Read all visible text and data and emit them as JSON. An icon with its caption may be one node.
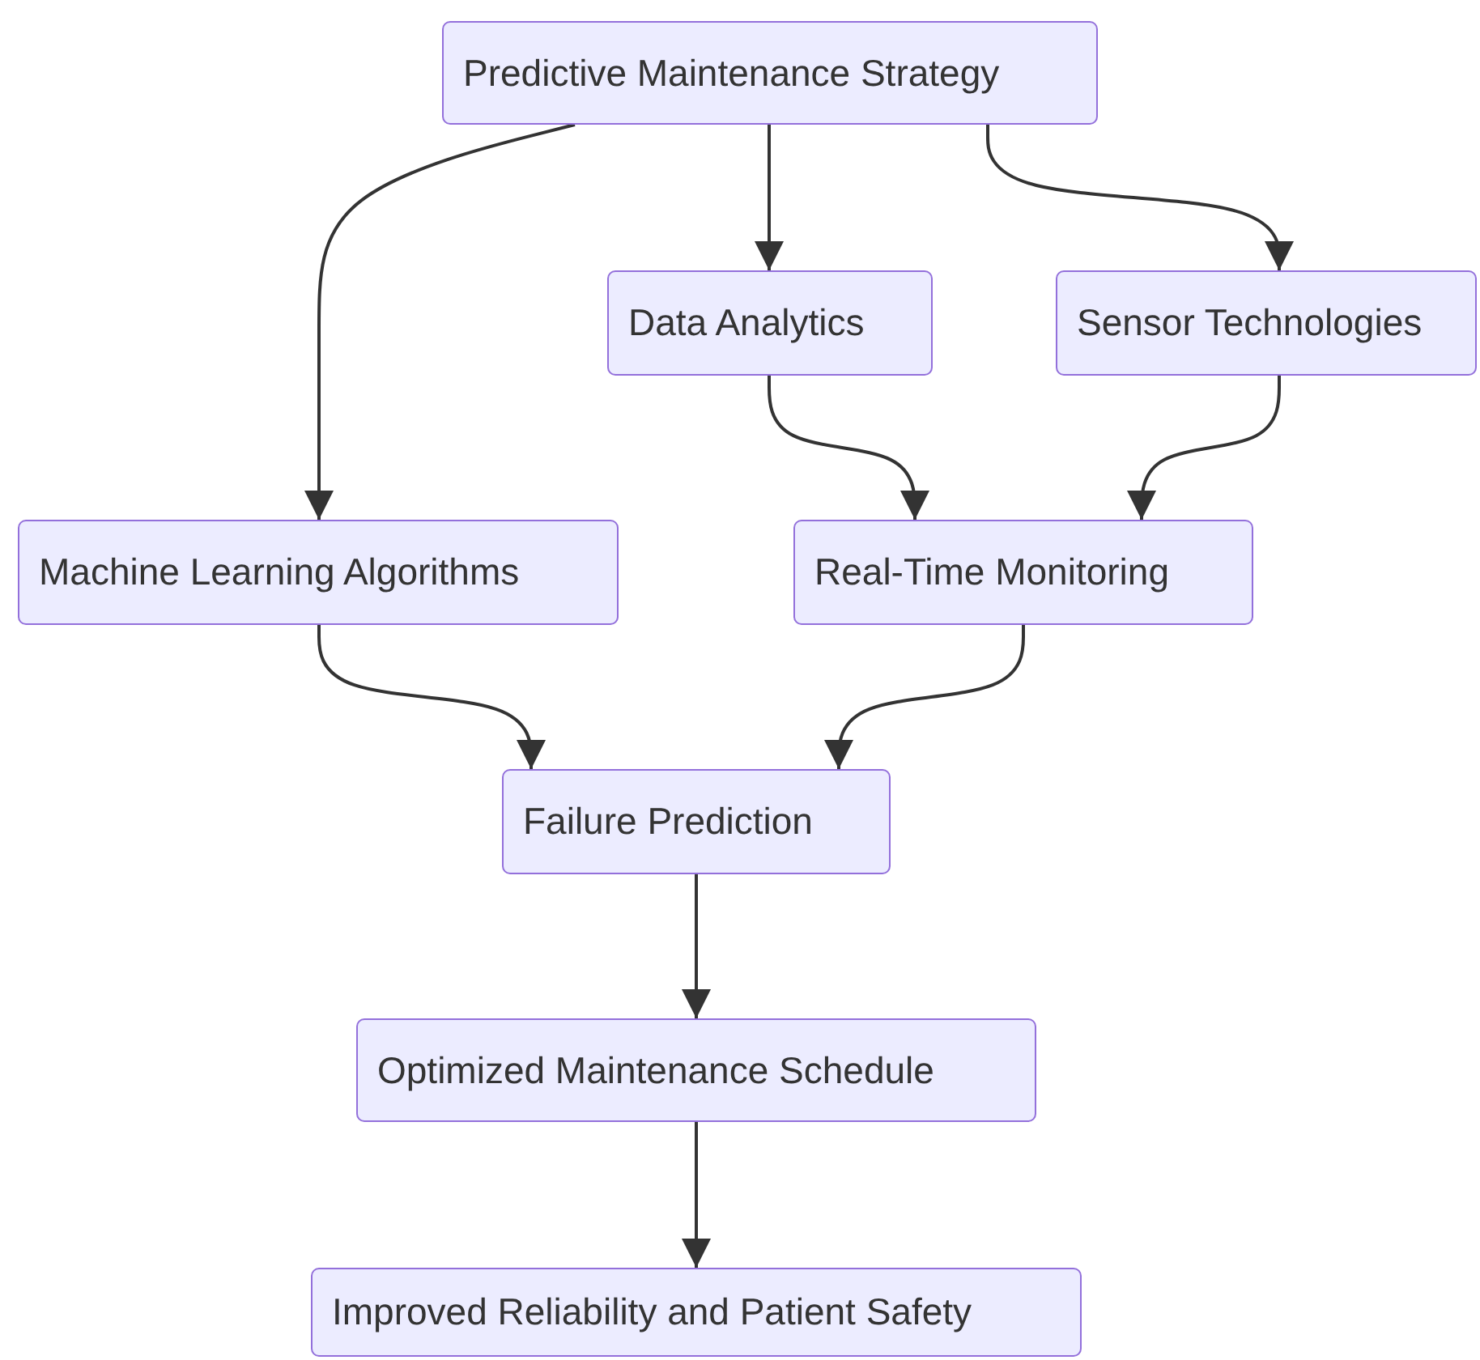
{
  "diagram": {
    "nodes": [
      {
        "text": [
          "Predictive Maintenance Strategy"
        ]
      },
      {
        "text": [
          "Data Analytics"
        ]
      },
      {
        "text": [
          "Sensor Technologies"
        ]
      },
      {
        "text": [
          "Machine Learning Algorithms"
        ]
      },
      {
        "text": [
          "Real-Time Monitoring"
        ]
      },
      {
        "text": [
          "Failure Prediction"
        ]
      },
      {
        "text": [
          "Optimized Maintenance Schedule"
        ]
      },
      {
        "text": [
          "Improved Reliability and Patient Safety"
        ]
      }
    ],
    "edges": [
      {
        "from": 0,
        "to": 3,
        "arrow": "to"
      },
      {
        "from": 0,
        "to": 1,
        "arrow": "to"
      },
      {
        "from": 0,
        "to": 2,
        "arrow": "to"
      },
      {
        "from": 1,
        "to": 4,
        "arrow": "to"
      },
      {
        "from": 2,
        "to": 4,
        "arrow": "to"
      },
      {
        "from": 3,
        "to": 5,
        "arrow": "to"
      },
      {
        "from": 4,
        "to": 5,
        "arrow": "to"
      },
      {
        "from": 5,
        "to": 6,
        "arrow": "to"
      },
      {
        "from": 6,
        "to": 7,
        "arrow": "to"
      }
    ]
  }
}
